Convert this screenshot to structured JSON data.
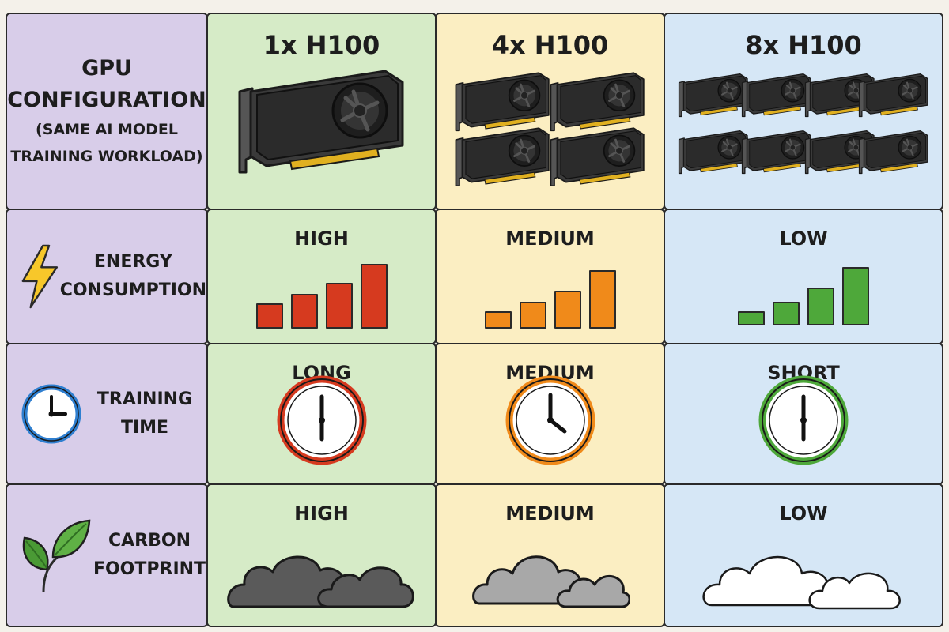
{
  "header": {
    "label_line1": "GPU",
    "label_line2": "CONFIGURATION",
    "label_line3": "(SAME AI MODEL",
    "label_line4": "TRAINING WORKLOAD)",
    "columns": [
      "1x H100",
      "4x H100",
      "8x H100"
    ]
  },
  "rows": {
    "energy": {
      "label_line1": "ENERGY",
      "label_line2": "CONSUMPTION",
      "icon": "lightning-icon",
      "values": [
        "HIGH",
        "MEDIUM",
        "LOW"
      ],
      "colors": [
        "#d63a1f",
        "#f08a1a",
        "#4ea83a"
      ]
    },
    "time": {
      "label_line1": "TRAINING",
      "label_line2": "TIME",
      "icon": "clock-icon",
      "values": [
        "LONG",
        "MEDIUM",
        "SHORT"
      ],
      "colors": [
        "#d63a1f",
        "#f08a1a",
        "#4ea83a"
      ]
    },
    "carbon": {
      "label_line1": "CARBON",
      "label_line2": "FOOTPRINT",
      "icon": "leaf-icon",
      "values": [
        "HIGH",
        "MEDIUM",
        "LOW"
      ],
      "cloud_colors": [
        "#5a5a5a",
        "#a8a8a8",
        "#ffffff"
      ]
    }
  },
  "colors": {
    "label_column": "#d8cde9",
    "col_1x": "#d6ebc7",
    "col_4x": "#fbeec2",
    "col_8x": "#d6e7f6"
  }
}
